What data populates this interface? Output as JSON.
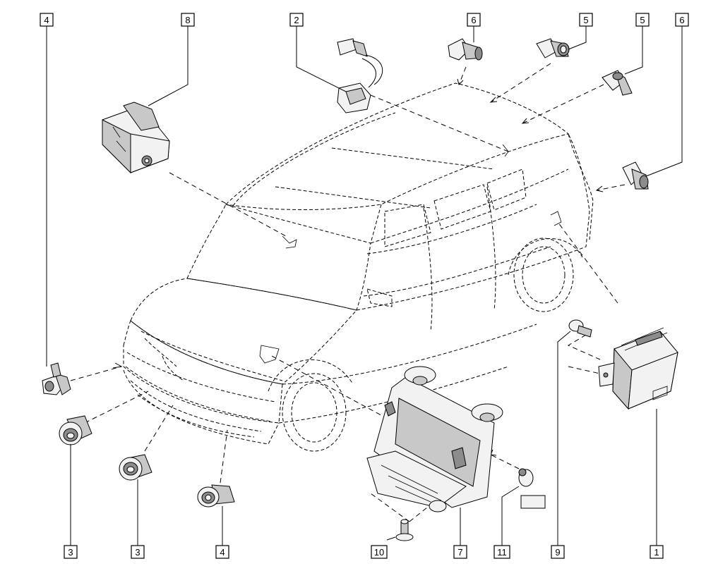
{
  "callouts": [
    {
      "label": "4"
    },
    {
      "label": "8"
    },
    {
      "label": "2"
    },
    {
      "label": "6"
    },
    {
      "label": "5"
    },
    {
      "label": "5"
    },
    {
      "label": "6"
    },
    {
      "label": "3"
    },
    {
      "label": "3"
    },
    {
      "label": "4"
    },
    {
      "label": "10"
    },
    {
      "label": "7"
    },
    {
      "label": "11"
    },
    {
      "label": "9"
    },
    {
      "label": "1"
    }
  ],
  "parts": [
    {
      "icon": "parking-sensor-icon"
    },
    {
      "icon": "camera-module-icon"
    },
    {
      "icon": "wiring-harness-connector-icon"
    },
    {
      "icon": "radar-bracket-icon"
    },
    {
      "icon": "control-unit-icon"
    },
    {
      "icon": "screw-icon"
    },
    {
      "icon": "label-sticker-icon"
    }
  ]
}
